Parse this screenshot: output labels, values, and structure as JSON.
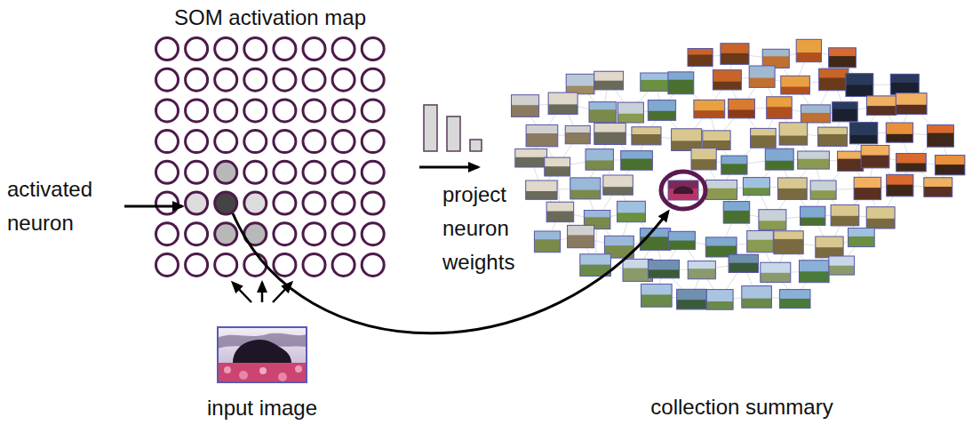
{
  "diagram": {
    "nodes": [
      {
        "text": [
          "SOM activation map"
        ]
      },
      {
        "text": [
          "input image"
        ]
      },
      {
        "text": [
          "collection summary"
        ]
      }
    ],
    "edges": [
      {
        "from": 1,
        "to": 0,
        "arrow": "to"
      },
      {
        "from": 0,
        "to": 2,
        "arrow": "to"
      }
    ],
    "labels": [
      "activated neuron",
      "project neuron weights"
    ]
  }
}
